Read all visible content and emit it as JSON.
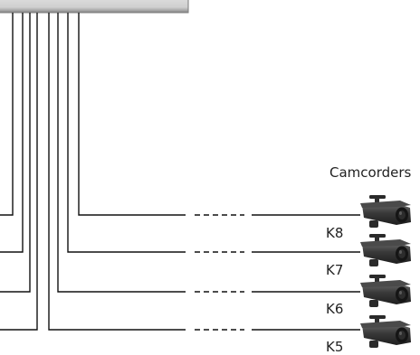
{
  "diagram": {
    "legend_label": "Camcorders",
    "cameras": [
      {
        "label": "K8"
      },
      {
        "label": "K7"
      },
      {
        "label": "K6"
      },
      {
        "label": "K5"
      }
    ]
  },
  "colors": {
    "line": "#111111",
    "device_top": "#d8d8d8",
    "device_bottom": "#8a8a8a",
    "camera_body": "#3a3a3a",
    "camera_dark": "#1b1b1b"
  },
  "icons": [
    "recorder-device",
    "bullet-camera-icon"
  ]
}
